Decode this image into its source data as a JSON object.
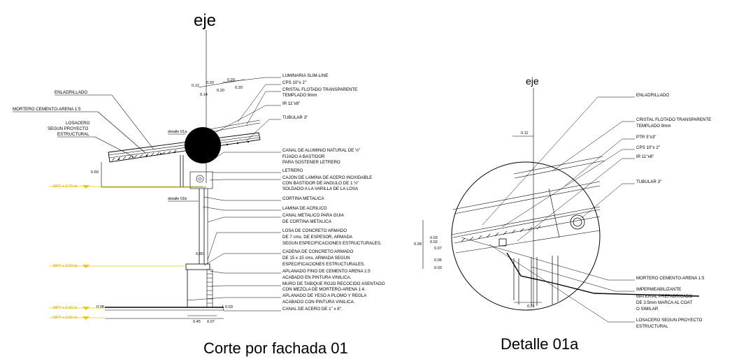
{
  "section_a": {
    "axis_label": "eje",
    "title": "Corte por fachada 01",
    "dims": {
      "d012": "0.12",
      "d020a": "0.20",
      "d020b": "0.20",
      "d014": "0.14",
      "d020c": "0.20",
      "d020d": "0.20",
      "d060": "0.60",
      "d080": "0.80",
      "d008": "0.08",
      "d003": "0.03",
      "d045": "0.45",
      "d007": "0.07"
    },
    "details": {
      "detalle1a": "detalle 01a",
      "detalle1b": "detalle 01b"
    },
    "levels": [
      "NPT + 2.70 m",
      "NPT + 0.10 m",
      "NPT + 0.20 m",
      "NPT + 0.00 m"
    ],
    "left_labels": [
      "ENLADRILLADO",
      "MORTERO CEMENTO-ARENA 1:5",
      "LOSACERO",
      "SEGUN PROYECTO",
      "ESTRUCTURAL"
    ],
    "right_labels": [
      "LUMINARIA SLIM-LINE",
      "CPS 10\"x 2\"",
      "CRISTAL FLOTADO TRANSPARENTE",
      "TEMPLADO 9mm",
      "IR 11\"x6\"",
      "TUBULAR 3\"",
      "CANAL DE ALUMINIO NATURAL DE ½\"",
      "FIJADO A BASTIDOR",
      "PARA SOSTENER LETRERO",
      "LETRERO",
      "CAJON DE LAMINA DE ACERO INOXIDABLE",
      "CON BASTIDOR DE ANGULO DE 1 ½\"",
      "SOLDADO A LA VARILLA DE LA LOSA",
      "CORTINA METALICA",
      "LAMINA DE ACRILICO",
      "CANAL METALICO PARA GUIA",
      "DE CORTINA METALICA",
      "LOSA DE CONCRETO ARMADO",
      "DE 7 cms. DE ESPESOR, ARMADA",
      "SEGUN ESPECIFICACIONES ESTRUCTURALES.",
      "CADENA DE CONCRETO ARMADO",
      "DE 15 x 15 cms. ARMADA SEGUN",
      "ESPECIFICACIONES ESTRUCTURALES.",
      "APLANADO FINO DE CEMENTO ARENA 1:5",
      "ACABADO EN PINTURA VINILICA.",
      "MURO DE TABIQUE ROJO RECOCIDO ASENTADO",
      "CON MEZCLA DE MORTERO-ARENA 1:4.",
      "APLANADO DE YESO A PLOMO Y REGLA",
      "ACABADO CON PINTURA VINILICA.",
      "CANAL DE ACERO DE 1\" x 8\"."
    ]
  },
  "section_b": {
    "axis_label": "eje",
    "title": "Detalle 01a",
    "dims": {
      "d011": "0.11",
      "d028": "0.28",
      "d003a": "0.03",
      "d002": "0.02",
      "d007": "0.07",
      "d005": "0.05",
      "d003b": "0.03",
      "d021": "0.21"
    },
    "labels": [
      "ENLADRILLADO",
      "CRISTAL FLOTADO TRANSPARENTE",
      "TEMPLADO 9mm",
      "PTR 5\"x3\"",
      "CPS 10\"x 2\"",
      "IR 11\"x6\"",
      "TUBULAR 3\"",
      "MORTERO CEMENTO-ARENA 1:5",
      "IMPERMEABILIZANTE",
      "MATERIAL PREFABRICADO",
      "DE 3.5mm MARCA AL COAT",
      "O SIMILAR",
      "LOSACERO SEGUN PROYECTO",
      "ESTRUCTURAL"
    ]
  }
}
